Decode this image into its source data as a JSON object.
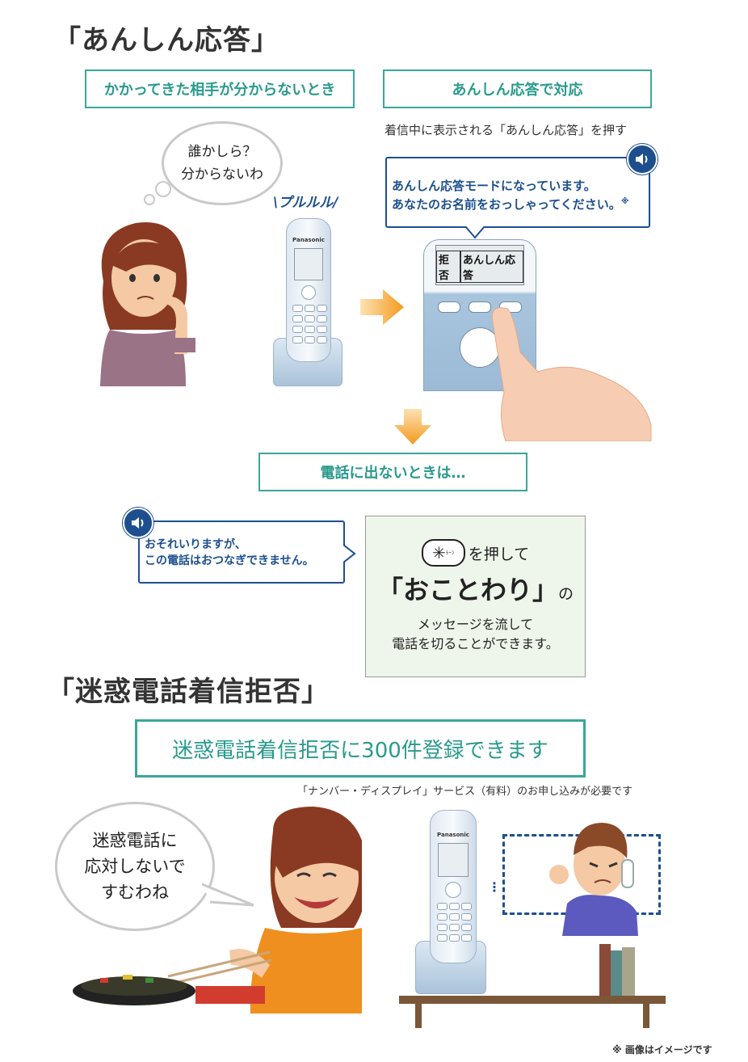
{
  "section1": {
    "heading": "「あんしん応答」",
    "box_left": "かかってきた相手が分からないとき",
    "box_right": "あんしん応答で対応",
    "instruction": "着信中に表示される「あんしん応答」を押す",
    "thought_line1": "誰かしら？",
    "thought_line2": "分からないわ",
    "ring_text": "プルルル",
    "speech_line1": "あんしん応答モードになっています。",
    "speech_line2": "あなたのお名前をおっしゃってください。",
    "speech_note": "※",
    "phone_brand": "Panasonic",
    "lcd_left": "拒否",
    "lcd_right": "あんしん応答",
    "no_answer_box": "電話に出ないときは…",
    "reject_line1": "おそれいりますが、",
    "reject_line2": "この電話はおつなぎできません。",
    "panel_key_symbol": "✳",
    "panel_key_sub": "ﾄｰﾝ",
    "panel_press": "を押して",
    "panel_big": "「おことわり」",
    "panel_no": "の",
    "panel_line3": "メッセージを流して",
    "panel_line4": "電話を切ることができます。"
  },
  "section2": {
    "heading": "「迷惑電話着信拒否」",
    "box": "迷惑電話着信拒否に300件登録できます",
    "note": "「ナンバー・ディスプレイ」サービス（有料）のお申し込みが必要です",
    "thought_line1": "迷惑電話に",
    "thought_line2": "応対しないで",
    "thought_line3": "すむわね",
    "phone_brand": "Panasonic"
  },
  "footer_note": "※ 画像はイメージです",
  "colors": {
    "teal": "#3aa69a",
    "navy": "#1d4f8f",
    "orange": "#f39a1e",
    "panel_bg": "#eef5ea"
  }
}
